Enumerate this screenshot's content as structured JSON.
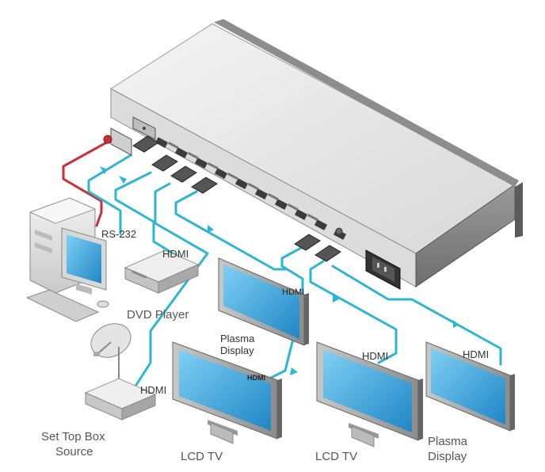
{
  "colors": {
    "hdmi_cable": "#2cb6d4",
    "rs232_cable": "#c8303a",
    "chassis_top": "#ececec",
    "chassis_front": "#7f7f7f",
    "screen": "#3aa6dd"
  },
  "labels": {
    "rs232": "RS-232",
    "hdmi_dvd": "HDMI",
    "dvd_player": "DVD Player",
    "hdmi_plasma_top": "HDMI",
    "plasma_display_1_line1": "Plasma",
    "plasma_display_1_line2": "Display",
    "hdmi_lcd1": "HDMI",
    "hdmi_stb": "HDMI",
    "hdmi_lcd2": "HDMI",
    "hdmi_plasma_right": "HDMI",
    "set_top_box_line1": "Set Top Box",
    "set_top_box_line2": "Source",
    "lcd_tv_1": "LCD TV",
    "lcd_tv_2": "LCD TV",
    "plasma_display_2_line1": "Plasma",
    "plasma_display_2_line2": "Display"
  }
}
